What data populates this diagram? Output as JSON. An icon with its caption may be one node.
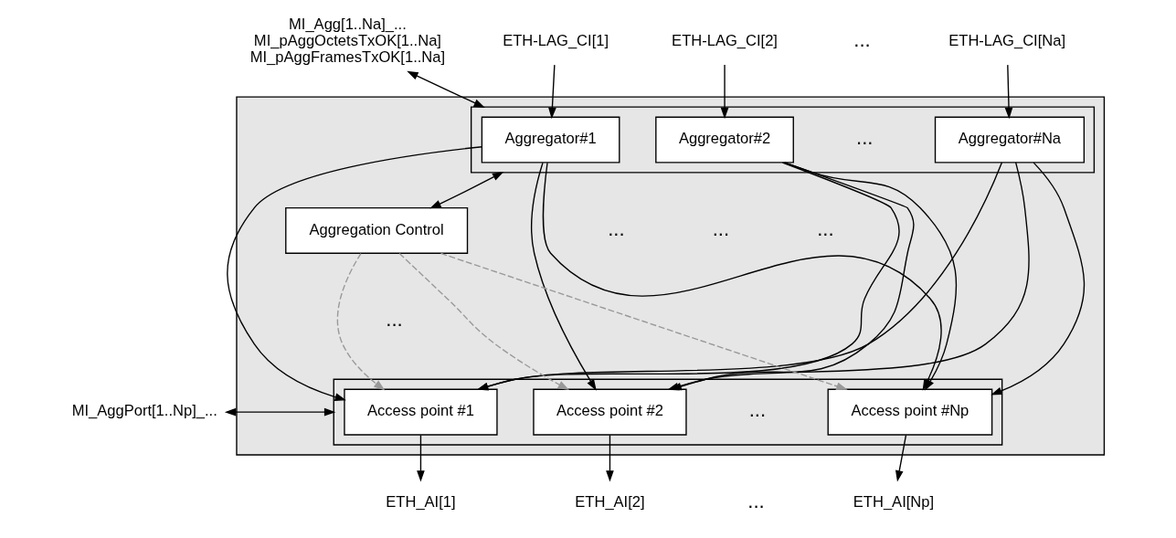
{
  "diagram": {
    "nodes": [
      {
        "text": [],
        "shape": "box"
      },
      {
        "text": [],
        "shape": "box",
        "in": 0
      },
      {
        "text": [
          "Aggregator#1"
        ],
        "in": 1
      },
      {
        "text": [
          "Aggregator#2"
        ],
        "in": 1
      },
      {
        "text": [
          "Aggregator#Na"
        ],
        "in": 1
      },
      {
        "text": [
          "Aggregation Control"
        ],
        "in": 0
      },
      {
        "text": [],
        "shape": "box",
        "in": 0
      },
      {
        "text": [
          "Access point #1"
        ],
        "in": 6
      },
      {
        "text": [
          "Access point #2"
        ],
        "in": 6
      },
      {
        "text": [
          "Access point #Np"
        ],
        "in": 6
      },
      {
        "text": [
          "ETH-LAG_CI[1]"
        ]
      },
      {
        "text": [
          "ETH-LAG_CI[2]"
        ]
      },
      {
        "text": [
          "ETH-LAG_CI[Na]"
        ]
      },
      {
        "text": [
          "MI_Agg[1..Na]_...",
          "MI_pAggOctetsTxOK[1..Na]",
          "MI_pAggFramesTxOK[1..Na]"
        ]
      },
      {
        "text": [
          "MI_AggPort[1..Np]_..."
        ]
      },
      {
        "text": [
          "ETH_AI[1]"
        ]
      },
      {
        "text": [
          "ETH_AI[2]"
        ]
      },
      {
        "text": [
          "ETH_AI[Np]"
        ]
      }
    ],
    "edges": [
      {
        "from": 10,
        "to": 2,
        "arrow": "to"
      },
      {
        "from": 11,
        "to": 3,
        "arrow": "to"
      },
      {
        "from": 12,
        "to": 4,
        "arrow": "to"
      },
      {
        "from": 13,
        "to": 1,
        "arrow": "both"
      },
      {
        "from": 5,
        "to": 1,
        "arrow": "both"
      },
      {
        "from": 2,
        "to": 7,
        "arrow": "to"
      },
      {
        "from": 2,
        "to": 8,
        "arrow": "to"
      },
      {
        "from": 2,
        "to": 9,
        "arrow": "to"
      },
      {
        "from": 3,
        "to": 7,
        "arrow": "to"
      },
      {
        "from": 3,
        "to": 8,
        "arrow": "to"
      },
      {
        "from": 3,
        "to": 9,
        "arrow": "to"
      },
      {
        "from": 4,
        "to": 7,
        "arrow": "to"
      },
      {
        "from": 4,
        "to": 8,
        "arrow": "to"
      },
      {
        "from": 4,
        "to": 9,
        "arrow": "to"
      },
      {
        "from": 5,
        "to": 7,
        "arrow": "to",
        "style": "dashed",
        "color": "#999999"
      },
      {
        "from": 5,
        "to": 8,
        "arrow": "to",
        "style": "dashed",
        "color": "#999999"
      },
      {
        "from": 5,
        "to": 9,
        "arrow": "to",
        "style": "dashed",
        "color": "#999999"
      },
      {
        "from": 14,
        "to": 6,
        "arrow": "both"
      },
      {
        "from": 7,
        "to": 15,
        "arrow": "to"
      },
      {
        "from": 8,
        "to": 16,
        "arrow": "to"
      },
      {
        "from": 9,
        "to": 17,
        "arrow": "to"
      }
    ],
    "labels": [
      "...",
      "...",
      "...",
      "...",
      "...",
      "...",
      "...",
      "..."
    ]
  }
}
